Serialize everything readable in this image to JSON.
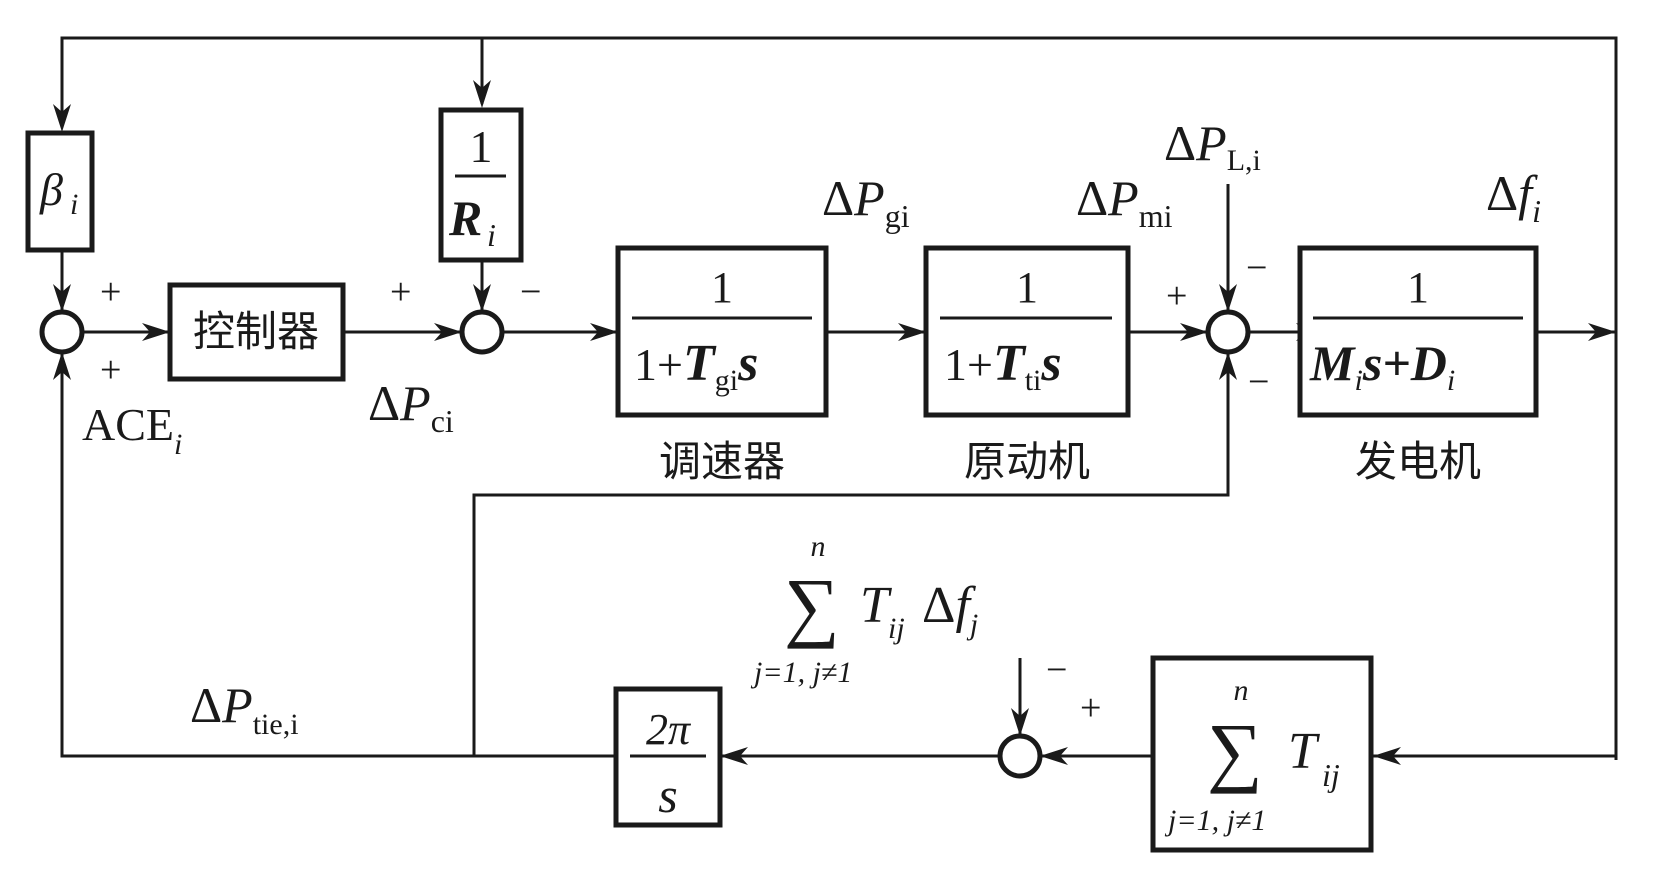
{
  "diagram": {
    "title": "Load frequency control block diagram of area i",
    "blocks": {
      "beta": {
        "symbol": "β",
        "sub": "i"
      },
      "droop": {
        "num": "1",
        "den": "R",
        "den_sub": "i"
      },
      "controller": {
        "label": "控制器"
      },
      "governor": {
        "num": "1",
        "den_prefix": "1+",
        "den_var": "T",
        "den_sub": "gi",
        "den_suffix": "s",
        "caption": "调速器"
      },
      "turbine": {
        "num": "1",
        "den_prefix": "1+",
        "den_var": "T",
        "den_sub": "ti",
        "den_suffix": "s",
        "caption": "原动机"
      },
      "generator": {
        "num": "1",
        "den_a": "M",
        "den_a_sub": "i",
        "den_s": "s+",
        "den_b": "D",
        "den_b_sub": "i",
        "caption": "发电机"
      },
      "tie_integrator": {
        "num": "2π",
        "den": "s"
      },
      "sync_coeff": {
        "sum_upper": "n",
        "sum_symbol": "∑",
        "term": "T",
        "term_sub": "ij",
        "sum_lower": "j=1, j≠1"
      }
    },
    "signals": {
      "ace": {
        "main": "ACE",
        "sub": "i"
      },
      "pc": {
        "delta": "Δ",
        "main": "P",
        "sub": "ci"
      },
      "pg": {
        "delta": "Δ",
        "main": "P",
        "sub": "gi"
      },
      "pm": {
        "delta": "Δ",
        "main": "P",
        "sub": "mi"
      },
      "pl": {
        "delta": "Δ",
        "main": "P",
        "sub": "L,i"
      },
      "f": {
        "delta": "Δ",
        "main": "f",
        "sub": "i"
      },
      "ptie": {
        "delta": "Δ",
        "main": "P",
        "sub": "tie,i"
      },
      "neighbor_sum": {
        "sum_upper": "n",
        "sum_symbol": "∑",
        "term": "T",
        "term_sub": "ij",
        "delta": "Δ",
        "var": "f",
        "var_sub": "j",
        "sum_lower": "j=1, j≠1"
      }
    },
    "signs": {
      "sum1_top": "+",
      "sum1_bottom": "+",
      "sum2_left": "+",
      "sum2_right": "−",
      "sum3_left": "+",
      "sum3_top": "−",
      "sum3_bottom": "−",
      "sum4_top": "−",
      "sum4_right": "+"
    }
  }
}
